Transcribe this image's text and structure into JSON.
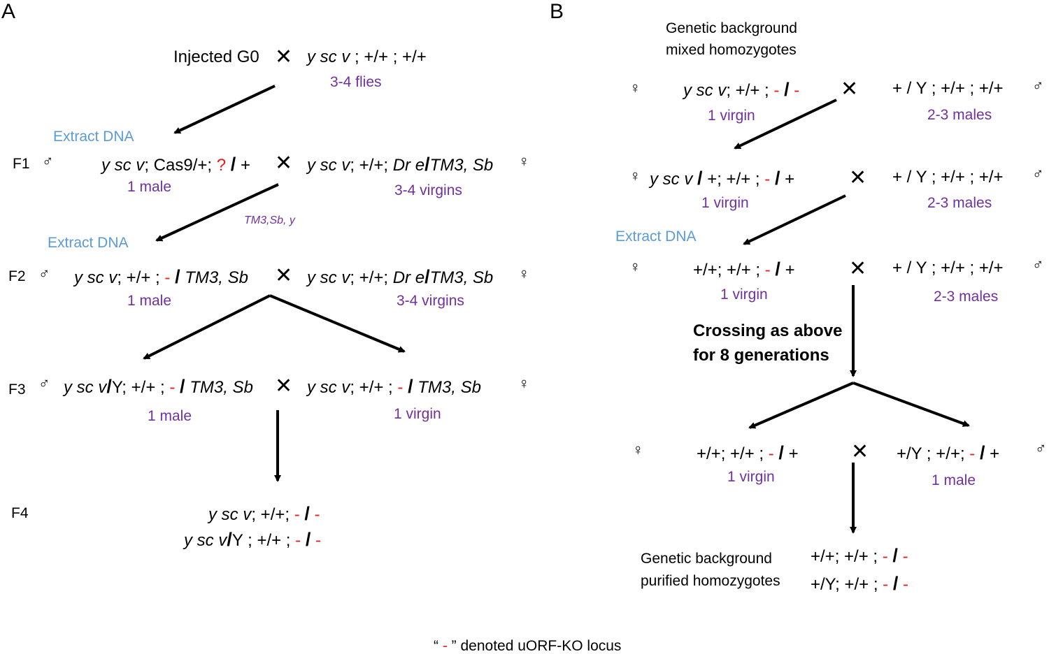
{
  "panels": {
    "a": "A",
    "b": "B"
  },
  "symbols": {
    "male": "♂",
    "female": "♀",
    "cross": "✕",
    "minus": "-",
    "slash": "/",
    "question": "?"
  },
  "colors": {
    "red": "#e32119",
    "purple": "#7030a0",
    "blue": "#5b9bd5"
  },
  "A": {
    "injected": "Injected G0",
    "g0_partner": {
      "italic": "y sc v",
      "rest": " ; +/+ ; +/+"
    },
    "g0_count": "3-4 flies",
    "extract1": "Extract  DNA",
    "extract2": "Extract  DNA",
    "f1": {
      "label": "F1",
      "male": {
        "italic": "y sc v",
        "mid": "; Cas9/+; ",
        "end": " +"
      },
      "male_count": "1 male",
      "female": {
        "italic": "y sc v",
        "mid": "; +/+; ",
        "marker": "Dr e",
        "end": "TM3, Sb"
      },
      "female_count": "3-4  virgins"
    },
    "select_note": "TM3,Sb, y",
    "f2": {
      "label": "F2",
      "male": {
        "italic": "y sc v",
        "mid": "; +/+ ; ",
        "end": "TM3, Sb"
      },
      "male_count": "1 male",
      "female": {
        "italic": "y sc v",
        "mid": "; +/+; ",
        "marker": "Dr e",
        "end": "TM3, Sb"
      },
      "female_count": "3-4  virgins"
    },
    "f3": {
      "label": "F3",
      "male": {
        "italic": "y sc v",
        "y": "Y; +/+ ; ",
        "end": "TM3, Sb"
      },
      "male_count": "1 male",
      "female": {
        "italic": "y sc v",
        "mid": "; +/+ ; ",
        "end": "TM3, Sb"
      },
      "female_count": "1 virgin"
    },
    "f4": {
      "label": "F4",
      "line1": {
        "italic": "y sc v",
        "mid": "; +/+; "
      },
      "line2": {
        "italic": "y sc v",
        "y": "Y ; +/+ ; "
      }
    }
  },
  "B": {
    "title1": "Genetic background",
    "title2": "mixed homozygotes",
    "r1": {
      "female": {
        "italic": "y sc v",
        "mid": "; +/+ ; "
      },
      "female_count": "1 virgin",
      "male": "+ / Y ; +/+ ; +/+",
      "male_count": "2-3 males"
    },
    "r2": {
      "female": {
        "italic": "y sc v",
        "mid": " +; +/+ ; ",
        "end": " +"
      },
      "female_count": "1 virgin",
      "male": "+ / Y ; +/+ ; +/+",
      "male_count": "2-3 males"
    },
    "extract": "Extract  DNA",
    "r3": {
      "female": {
        "a": "+/+; +/+ ; ",
        "end": " +"
      },
      "female_count": "1 virgin",
      "male": "+ / Y ; +/+ ; +/+",
      "male_count": "2-3 males"
    },
    "crossing1": "Crossing as above",
    "crossing2": "for 8 generations",
    "r4": {
      "female": {
        "a": "+/+; +/+ ; ",
        "end": " +"
      },
      "female_count": "1 virgin",
      "male": {
        "a": "+/Y ; +/+; ",
        "end": " +"
      },
      "male_count": "1 male"
    },
    "final1": "Genetic background",
    "final2": "purified homozygotes",
    "final_line1": "+/+; +/+ ; ",
    "final_line2": "+/Y; +/+ ; "
  },
  "footnote": {
    "open": "“ ",
    "close": " ” denoted uORF-KO locus"
  }
}
